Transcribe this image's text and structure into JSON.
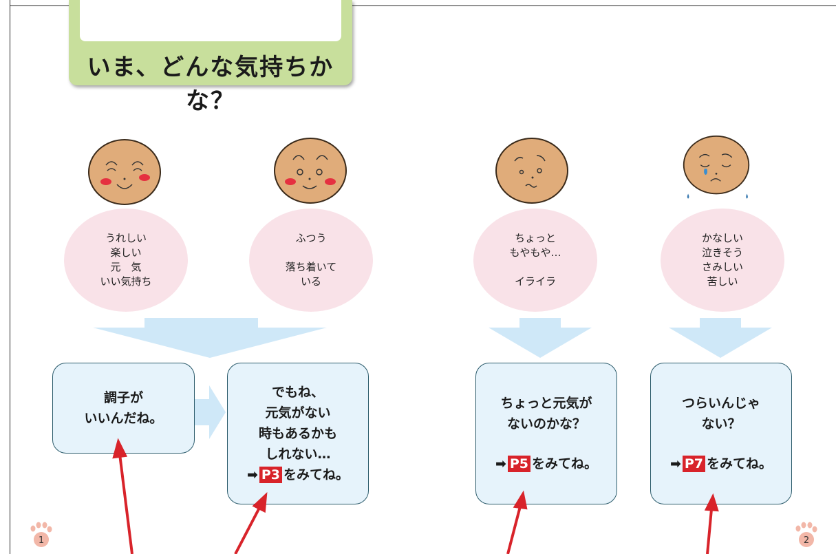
{
  "title": "いま、どんな気持ちかな？",
  "bubbles": [
    {
      "text": "うれしい\n楽しい\n元　気\nいい気持ち"
    },
    {
      "text": "ふつう\n\n落ち着いて\nいる"
    },
    {
      "text": "ちょっと\nもやもや…\n\nイライラ"
    },
    {
      "text": "かなしい\n泣きそう\nさみしい\n苦しい"
    }
  ],
  "boxes": {
    "box1": {
      "text": "調子が\nいいんだね。"
    },
    "box2": {
      "text": "でもね、\n元気がない\n時もあるかも\nしれない…",
      "prefix": "➡",
      "page": "P3",
      "suffix": "をみてね。"
    },
    "box3": {
      "text": "ちょっと元気が\nないのかな？",
      "prefix": "➡",
      "page": "P5",
      "suffix": "をみてね。"
    },
    "box4": {
      "text": "つらいんじゃ\nない？",
      "prefix": "➡",
      "page": "P7",
      "suffix": "をみてね。"
    }
  },
  "page_numbers": {
    "left": "1",
    "right": "2"
  },
  "colors": {
    "banner": "#c8df9c",
    "bubble": "#f9e2e8",
    "box": "#e6f3fb",
    "arrow": "#cfe8f8",
    "page_badge": "#d8232a",
    "pointer": "#d8232a"
  }
}
